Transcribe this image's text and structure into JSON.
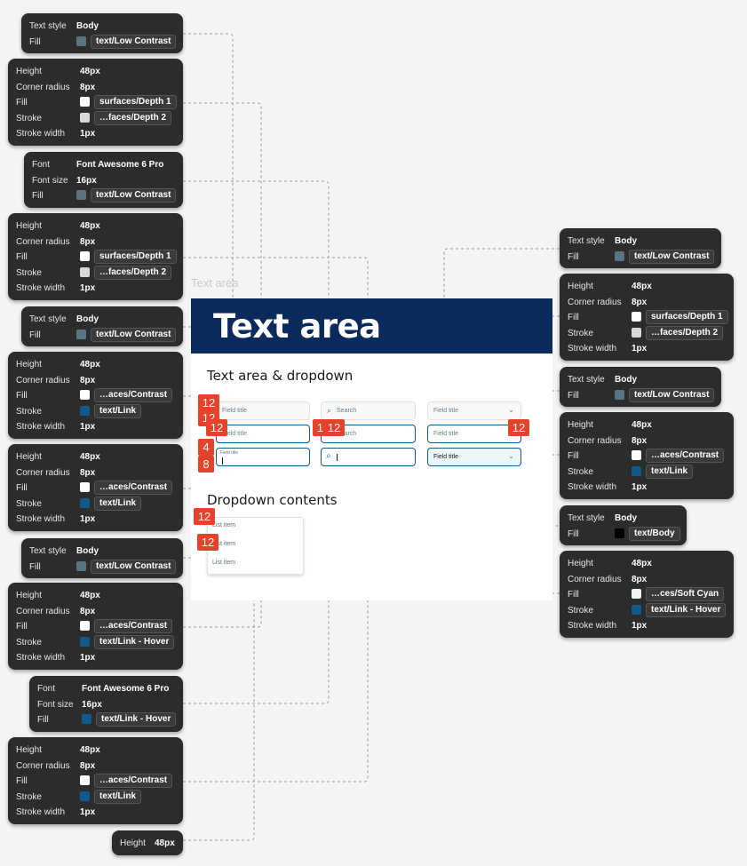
{
  "frame": {
    "caption": "Text area",
    "banner_title": "Text area",
    "section1": "Text area & dropdown",
    "section2": "Dropdown contents"
  },
  "fields": {
    "c1r1": "Field title",
    "c1r2": "Field title",
    "c1r3_label": "Field title",
    "c2r1": "Search",
    "c2r2": "Search",
    "c3r1": "Field title",
    "c3r2": "Field title",
    "c3r3": "Field title"
  },
  "dropdown": {
    "items": [
      "List item",
      "List item",
      "List item"
    ]
  },
  "badges": [
    "12",
    "12",
    "12",
    "4",
    "8",
    "12",
    "12",
    "12",
    "12",
    "12"
  ],
  "cards_left": [
    {
      "rows": [
        {
          "label": "Text style",
          "value": "Body"
        },
        {
          "label": "Fill",
          "swatch": "#5b7482",
          "pill": "text/Low Contrast"
        }
      ]
    },
    {
      "rows": [
        {
          "label": "Height",
          "value": "48px"
        },
        {
          "label": "Corner radius",
          "value": "8px"
        },
        {
          "label": "Fill",
          "swatch": "#ffffff",
          "pill": "surfaces/Depth 1"
        },
        {
          "label": "Stroke",
          "swatch": "#d8d8d8",
          "pill": "…faces/Depth 2"
        },
        {
          "label": "Stroke width",
          "value": "1px"
        }
      ]
    },
    {
      "rows": [
        {
          "label": "Font",
          "value": "Font Awesome 6 Pro"
        },
        {
          "label": "Font size",
          "value": "16px"
        },
        {
          "label": "Fill",
          "swatch": "#5b7482",
          "pill": "text/Low Contrast"
        }
      ]
    },
    {
      "rows": [
        {
          "label": "Height",
          "value": "48px"
        },
        {
          "label": "Corner radius",
          "value": "8px"
        },
        {
          "label": "Fill",
          "swatch": "#ffffff",
          "pill": "surfaces/Depth 1"
        },
        {
          "label": "Stroke",
          "swatch": "#d8d8d8",
          "pill": "…faces/Depth 2"
        },
        {
          "label": "Stroke width",
          "value": "1px"
        }
      ]
    },
    {
      "rows": [
        {
          "label": "Text style",
          "value": "Body"
        },
        {
          "label": "Fill",
          "swatch": "#5b7482",
          "pill": "text/Low Contrast"
        }
      ]
    },
    {
      "rows": [
        {
          "label": "Height",
          "value": "48px"
        },
        {
          "label": "Corner radius",
          "value": "8px"
        },
        {
          "label": "Fill",
          "swatch": "#ffffff",
          "pill": "…aces/Contrast"
        },
        {
          "label": "Stroke",
          "swatch": "#0f5a8a",
          "pill": "text/Link"
        },
        {
          "label": "Stroke width",
          "value": "1px"
        }
      ]
    },
    {
      "rows": [
        {
          "label": "Height",
          "value": "48px"
        },
        {
          "label": "Corner radius",
          "value": "8px"
        },
        {
          "label": "Fill",
          "swatch": "#ffffff",
          "pill": "…aces/Contrast"
        },
        {
          "label": "Stroke",
          "swatch": "#0f5a8a",
          "pill": "text/Link"
        },
        {
          "label": "Stroke width",
          "value": "1px"
        }
      ]
    },
    {
      "rows": [
        {
          "label": "Text style",
          "value": "Body"
        },
        {
          "label": "Fill",
          "swatch": "#5b7482",
          "pill": "text/Low Contrast"
        }
      ]
    },
    {
      "rows": [
        {
          "label": "Height",
          "value": "48px"
        },
        {
          "label": "Corner radius",
          "value": "8px"
        },
        {
          "label": "Fill",
          "swatch": "#ffffff",
          "pill": "…aces/Contrast"
        },
        {
          "label": "Stroke",
          "swatch": "#0f5a8a",
          "pill": "text/Link - Hover"
        },
        {
          "label": "Stroke width",
          "value": "1px"
        }
      ]
    },
    {
      "rows": [
        {
          "label": "Font",
          "value": "Font Awesome 6 Pro"
        },
        {
          "label": "Font size",
          "value": "16px"
        },
        {
          "label": "Fill",
          "swatch": "#0f5a8a",
          "pill": "text/Link - Hover"
        }
      ]
    },
    {
      "rows": [
        {
          "label": "Height",
          "value": "48px"
        },
        {
          "label": "Corner radius",
          "value": "8px"
        },
        {
          "label": "Fill",
          "swatch": "#ffffff",
          "pill": "…aces/Contrast"
        },
        {
          "label": "Stroke",
          "swatch": "#0f5a8a",
          "pill": "text/Link"
        },
        {
          "label": "Stroke width",
          "value": "1px"
        }
      ]
    },
    {
      "rows": [
        {
          "label": "Height",
          "value": "48px"
        }
      ]
    }
  ],
  "cards_right": [
    {
      "rows": [
        {
          "label": "Text style",
          "value": "Body"
        },
        {
          "label": "Fill",
          "swatch": "#5b7482",
          "pill": "text/Low Contrast"
        }
      ]
    },
    {
      "rows": [
        {
          "label": "Height",
          "value": "48px"
        },
        {
          "label": "Corner radius",
          "value": "8px"
        },
        {
          "label": "Fill",
          "swatch": "#ffffff",
          "pill": "surfaces/Depth 1"
        },
        {
          "label": "Stroke",
          "swatch": "#d8d8d8",
          "pill": "…faces/Depth 2"
        },
        {
          "label": "Stroke width",
          "value": "1px"
        }
      ]
    },
    {
      "rows": [
        {
          "label": "Text style",
          "value": "Body"
        },
        {
          "label": "Fill",
          "swatch": "#5b7482",
          "pill": "text/Low Contrast"
        }
      ]
    },
    {
      "rows": [
        {
          "label": "Height",
          "value": "48px"
        },
        {
          "label": "Corner radius",
          "value": "8px"
        },
        {
          "label": "Fill",
          "swatch": "#ffffff",
          "pill": "…aces/Contrast"
        },
        {
          "label": "Stroke",
          "swatch": "#0f5a8a",
          "pill": "text/Link"
        },
        {
          "label": "Stroke width",
          "value": "1px"
        }
      ]
    },
    {
      "rows": [
        {
          "label": "Text style",
          "value": "Body"
        },
        {
          "label": "Fill",
          "swatch": "#000000",
          "pill": "text/Body"
        }
      ]
    },
    {
      "rows": [
        {
          "label": "Height",
          "value": "48px"
        },
        {
          "label": "Corner radius",
          "value": "8px"
        },
        {
          "label": "Fill",
          "swatch": "#eef5f7",
          "pill": "…ces/Soft Cyan"
        },
        {
          "label": "Stroke",
          "swatch": "#0f5a8a",
          "pill": "text/Link - Hover"
        },
        {
          "label": "Stroke width",
          "value": "1px"
        }
      ]
    }
  ]
}
